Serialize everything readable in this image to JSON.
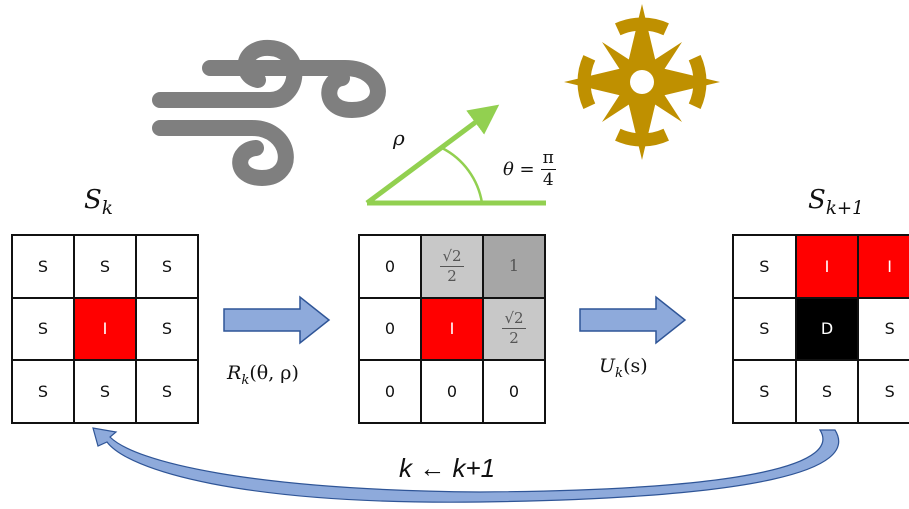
{
  "labels": {
    "state_k": "S",
    "state_k_sub": "k",
    "state_next": "S",
    "state_next_sub": "k+1",
    "rho": "ρ",
    "theta_lhs": "θ =",
    "theta_num": "π",
    "theta_den": "4",
    "risk_fn": "R",
    "risk_sub": "k",
    "risk_args": "(θ, ρ)",
    "update_fn": "U",
    "update_sub": "k",
    "update_args": "(s)",
    "loop": "k ← k+1"
  },
  "grid_left": [
    [
      "S",
      "S",
      "S"
    ],
    [
      "S",
      "I",
      "S"
    ],
    [
      "S",
      "S",
      "S"
    ]
  ],
  "grid_middle": {
    "row1": [
      "0",
      "√2",
      "2",
      "1"
    ],
    "row2": [
      "0",
      "I",
      "√2",
      "2"
    ],
    "row3": [
      "0",
      "0",
      "0"
    ]
  },
  "grid_right": [
    [
      "S",
      "I",
      "I"
    ],
    [
      "S",
      "D",
      "S"
    ],
    [
      "S",
      "S",
      "S"
    ]
  ],
  "colors": {
    "infected": "#ff0000",
    "dead": "#000000",
    "risk_light": "#c8c8c8",
    "risk_dark": "#a6a6a6",
    "arrow": "#8eaadb",
    "wind": "#7f7f7f",
    "compass": "#bf9000",
    "vector": "#92d050"
  },
  "icons": [
    "wind-icon",
    "compass-icon",
    "wind-direction-vector-icon"
  ]
}
